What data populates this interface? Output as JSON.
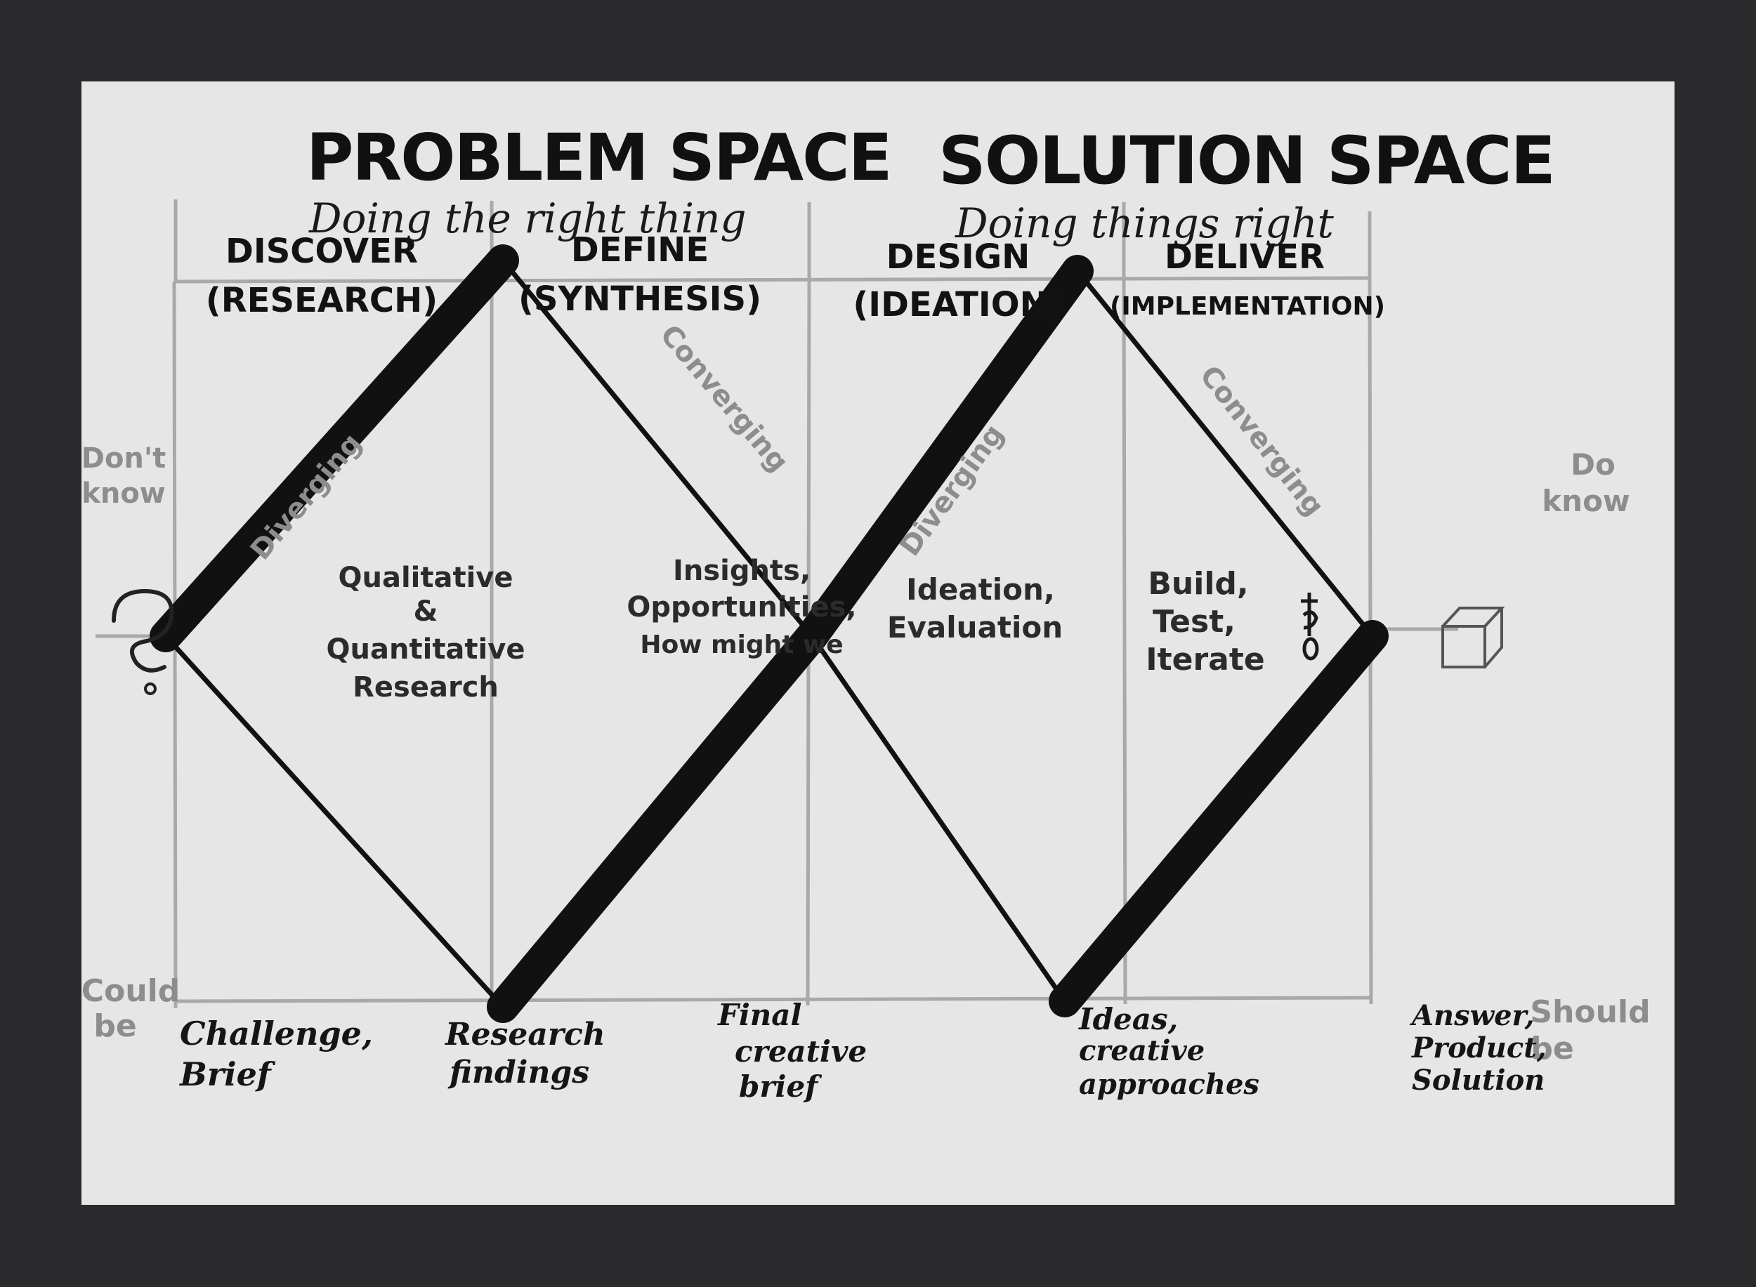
{
  "titles": {
    "problem": "PROBLEM SPACE",
    "problem_sub": "Doing the right thing",
    "solution": "SOLUTION SPACE",
    "solution_sub": "Doing things right"
  },
  "phases": [
    {
      "name": "DISCOVER",
      "sub": "(RESEARCH)"
    },
    {
      "name": "DEFINE",
      "sub": "(SYNTHESIS)"
    },
    {
      "name": "DESIGN",
      "sub": "(IDEATION)"
    },
    {
      "name": "DELIVER",
      "sub": "(IMPLEMENTATION)"
    }
  ],
  "diamond_labels": {
    "diverging_1": "Diverging",
    "converging_1": "Converging",
    "diverging_2": "Diverging",
    "converging_2": "Converging"
  },
  "inner_text": {
    "discover": [
      "Qualitative",
      "&",
      "Quantitative",
      "Research"
    ],
    "define": [
      "Insights,",
      "Opportunities,",
      "How might we"
    ],
    "design": [
      "Ideation,",
      "Evaluation"
    ],
    "deliver": [
      "Build,",
      "Test,",
      "Iterate"
    ]
  },
  "side_labels": {
    "dont_know": [
      "Don't",
      "know"
    ],
    "could_be": [
      "Could",
      "be"
    ],
    "do_know": [
      "Do",
      "know"
    ],
    "should_be": [
      "Should",
      "be"
    ]
  },
  "bottom_labels": [
    [
      "Challenge,",
      "Brief"
    ],
    [
      "Research",
      "findings"
    ],
    [
      "Final",
      "creative",
      "brief"
    ],
    [
      "Ideas,",
      "creative",
      "approaches"
    ],
    [
      "Answer,",
      "Product,",
      "Solution"
    ]
  ],
  "icons": {
    "start": "question-mark-icon",
    "end": "box-icon",
    "loop": "iteration-icon"
  }
}
